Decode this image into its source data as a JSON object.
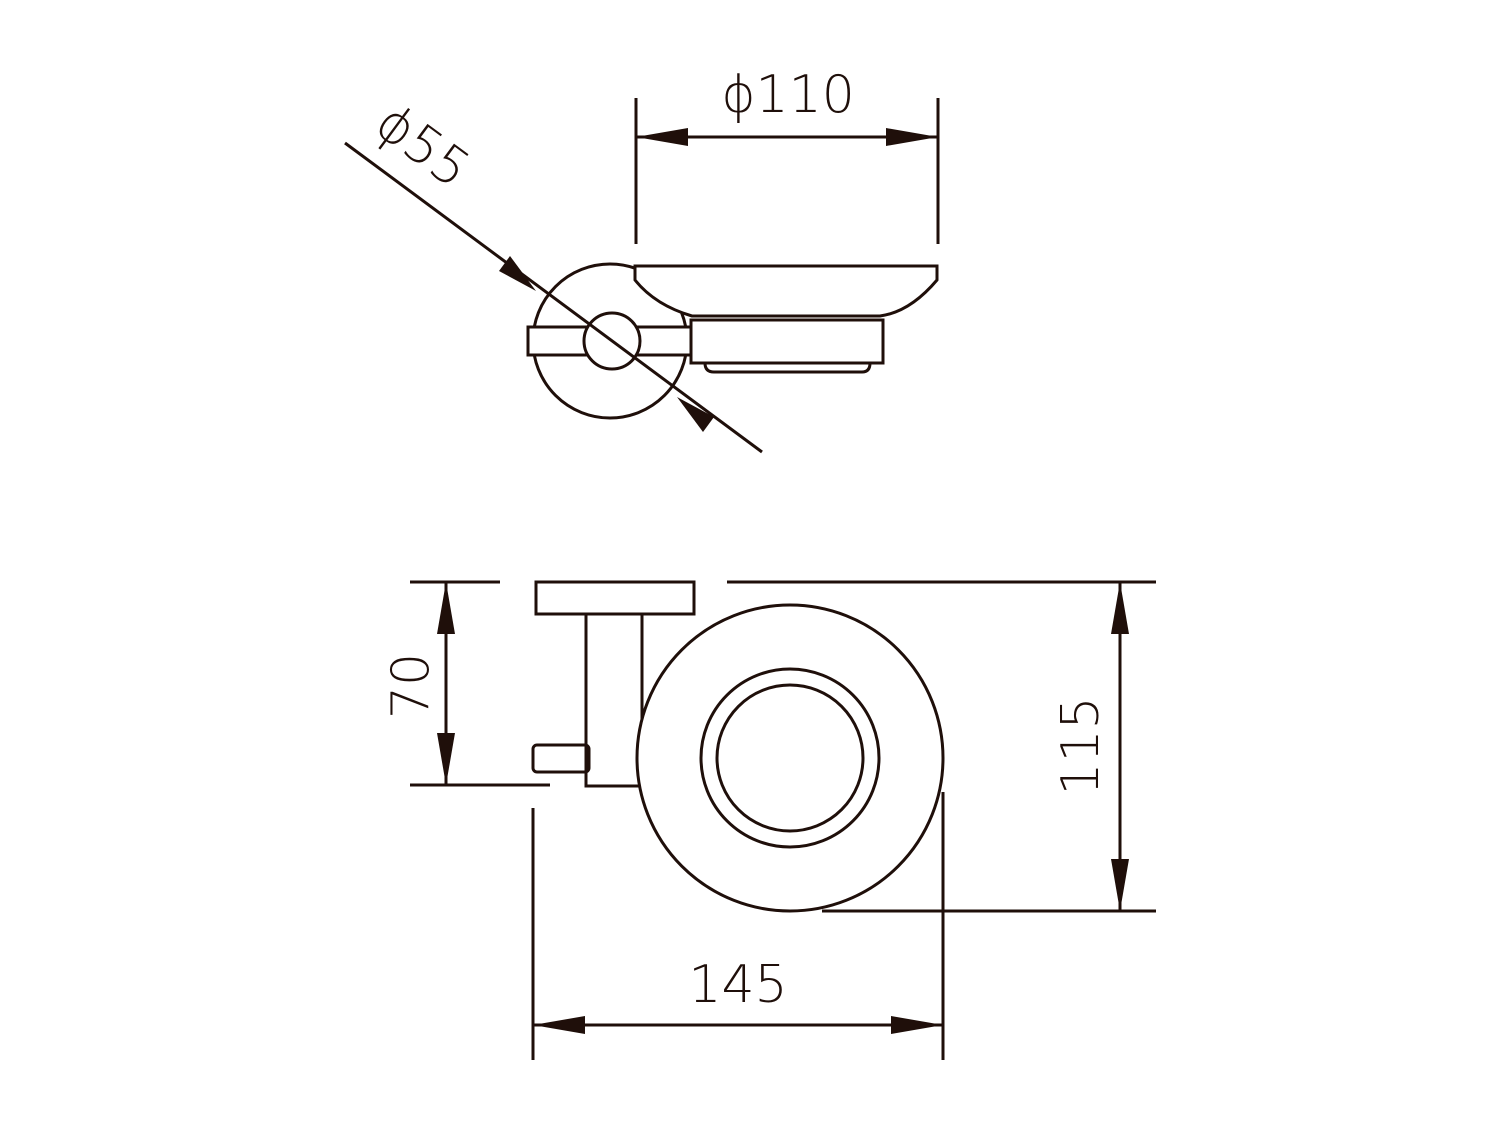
{
  "dimensions": {
    "top_width": "ϕ110",
    "top_diameter": "ϕ55",
    "side_height": "70",
    "front_height": "115",
    "front_width": "145"
  },
  "colors": {
    "line": "#1f0f0a",
    "background": "#ffffff"
  }
}
